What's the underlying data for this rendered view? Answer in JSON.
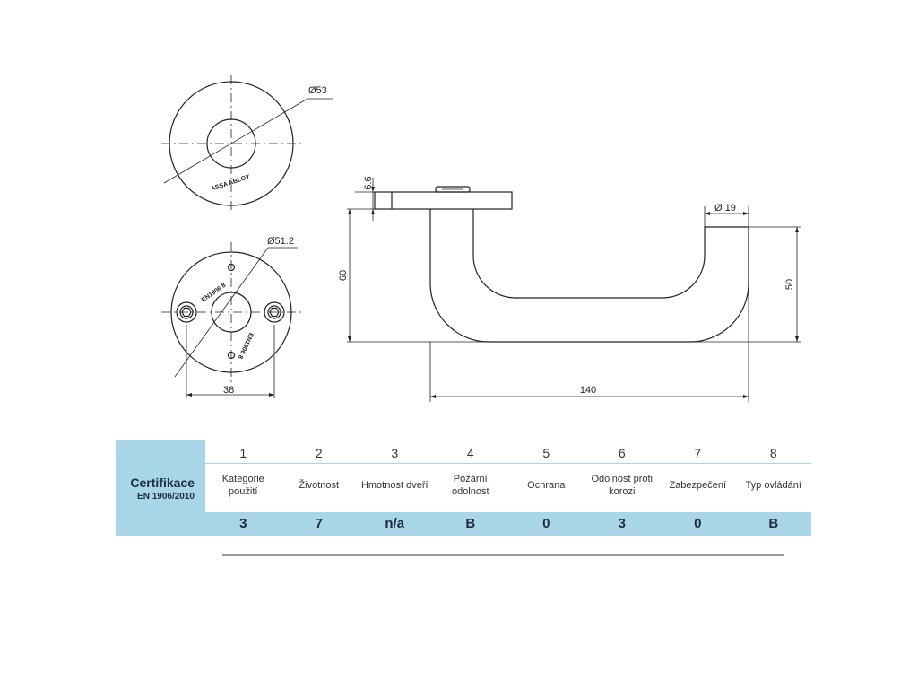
{
  "drawing": {
    "dimensions": {
      "rose_top_diameter": "Ø53",
      "rose_bottom_diameter": "Ø51.2",
      "hole_spacing": "38",
      "rose_thickness": "6.6",
      "lever_height": "60",
      "grip_diameter": "Ø 19",
      "grip_height": "50",
      "lever_length": "140"
    },
    "rose_logo": "ASSA ABLOY",
    "rose_marking": "EN1906 8"
  },
  "certification": {
    "title": "Certifikace",
    "standard": "EN 1906/2010",
    "columns": [
      {
        "number": "1",
        "label_lines": [
          "Kategorie",
          "použití"
        ],
        "value": "3"
      },
      {
        "number": "2",
        "label_lines": [
          "Životnost",
          ""
        ],
        "value": "7"
      },
      {
        "number": "3",
        "label_lines": [
          "Hmotnost dveří",
          ""
        ],
        "value": "n/a"
      },
      {
        "number": "4",
        "label_lines": [
          "Požární",
          "odolnost"
        ],
        "value": "B"
      },
      {
        "number": "5",
        "label_lines": [
          "Ochrana",
          ""
        ],
        "value": "0"
      },
      {
        "number": "6",
        "label_lines": [
          "Odolnost proti",
          "korozi"
        ],
        "value": "3"
      },
      {
        "number": "7",
        "label_lines": [
          "Zabezpečení",
          ""
        ],
        "value": "0"
      },
      {
        "number": "8",
        "label_lines": [
          "Typ ovládání",
          ""
        ],
        "value": "B"
      }
    ]
  },
  "colors": {
    "accent": "#a9d5e8",
    "text_dark": "#1c2d3f",
    "line": "#222222"
  }
}
